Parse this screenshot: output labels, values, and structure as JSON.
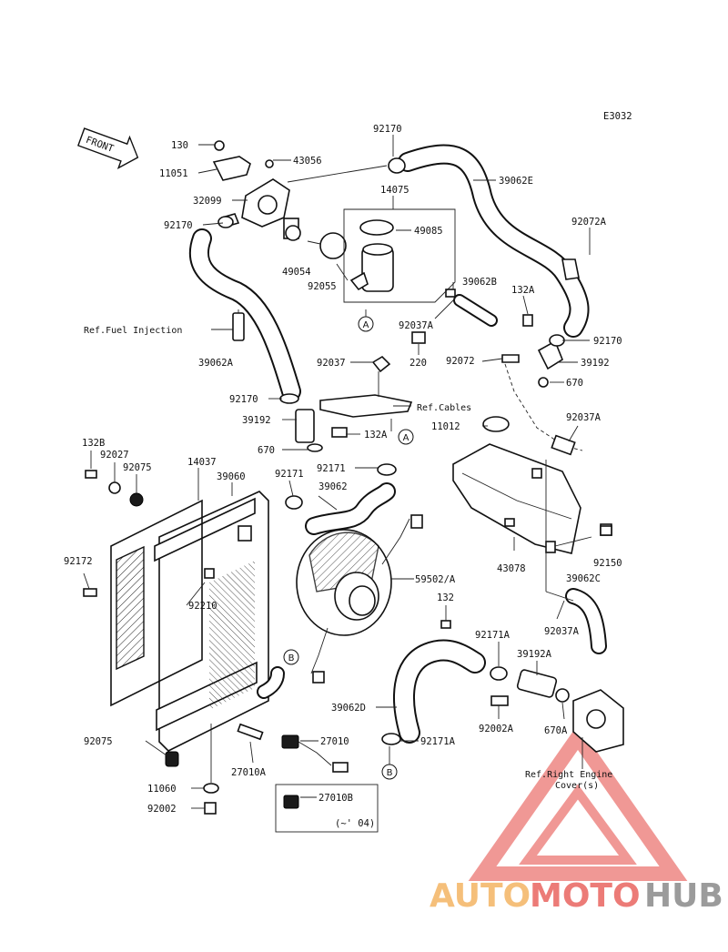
{
  "diagram_code": "E3032",
  "front_label": "FRONT",
  "labels": {
    "l130": "130",
    "l11051": "11051",
    "l43056": "43056",
    "l32099": "32099",
    "l92170_top": "92170",
    "l92170_left": "92170",
    "l14075": "14075",
    "l49085": "49085",
    "l39062E": "39062E",
    "l92072A": "92072A",
    "l49054": "49054",
    "l92055": "92055",
    "l39062B": "39062B",
    "l132A_top": "132A",
    "l92037A_mid": "92037A",
    "l92170_right": "92170",
    "l39192_right": "39192",
    "l670_right": "670",
    "l39062A": "39062A",
    "l92037": "92037",
    "l220": "220",
    "l92072": "92072",
    "l92170_mid": "92170",
    "l39192_mid": "39192",
    "l132A_mid": "132A",
    "l670_mid": "670",
    "l11012": "11012",
    "l92037A_right": "92037A",
    "l132B": "132B",
    "l92027": "92027",
    "l92075_top": "92075",
    "l14037": "14037",
    "l39060": "39060",
    "l92171": "92171",
    "l92171_mid": "92171",
    "l39062": "39062",
    "l92172": "92172",
    "l43078": "43078",
    "l92150": "92150",
    "l39062C": "39062C",
    "l59502A": "59502/A",
    "l92210": "92210",
    "l132": "132",
    "l92037A_low": "92037A",
    "l92171A_top": "92171A",
    "l39192A": "39192A",
    "l39062D": "39062D",
    "l92002A": "92002A",
    "l670A": "670A",
    "l27010": "27010",
    "l92171A_low": "92171A",
    "l92075_low": "92075",
    "l27010A": "27010A",
    "l11060": "11060",
    "l92002": "92002",
    "l27010B": "27010B",
    "l04note": "(~' 04)"
  },
  "refs": {
    "fuel_injection": "Ref.Fuel Injection",
    "cables": "Ref.Cables",
    "right_engine_cover_1": "Ref.Right Engine",
    "right_engine_cover_2": "Cover(s)"
  },
  "callouts": {
    "a_top": "A",
    "a_mid": "A",
    "b_top": "B",
    "b_low": "B"
  },
  "watermark": {
    "part1": "AUTO",
    "part2": "MOTO",
    "part3": "HUB",
    "color_primary": "#e4443e",
    "color_secondary": "#f3b05a",
    "color_tertiary": "#8a8a8a"
  }
}
